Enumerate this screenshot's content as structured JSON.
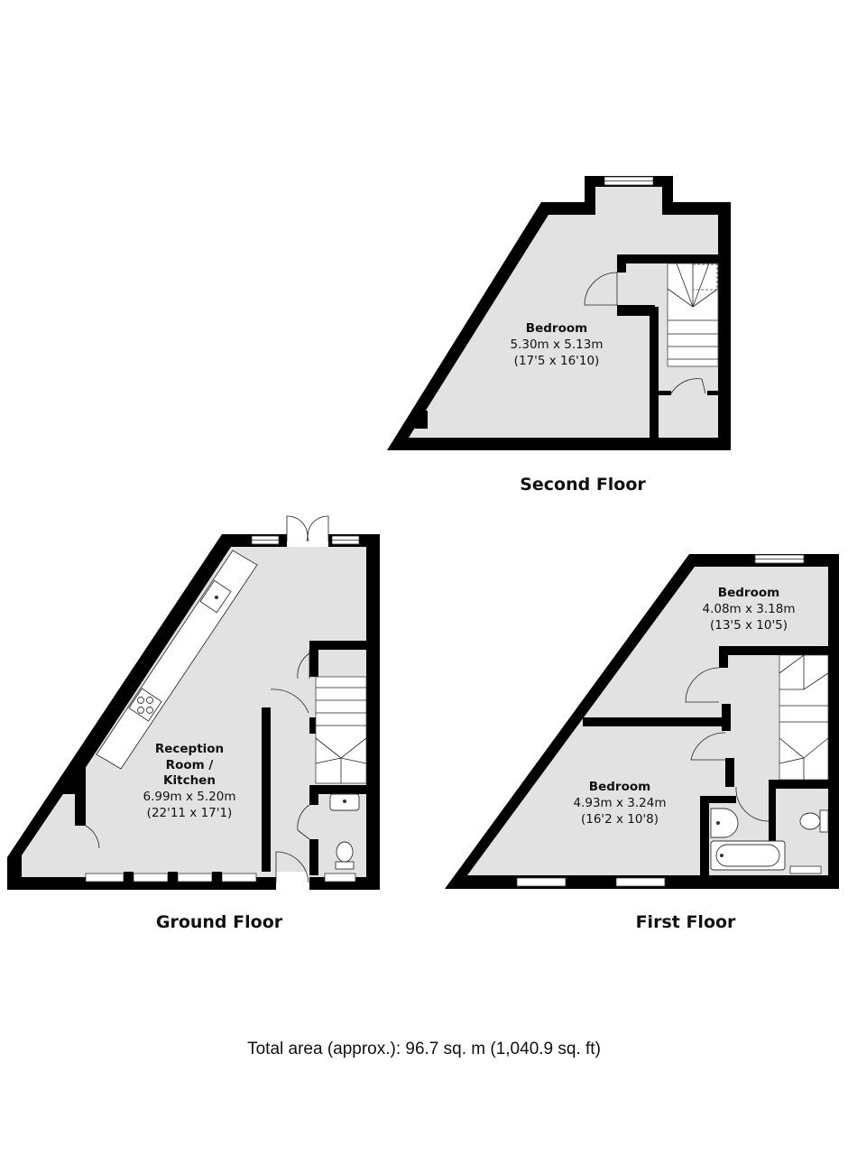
{
  "floors": {
    "second": {
      "label": "Second Floor",
      "rooms": [
        {
          "name": "Bedroom",
          "metric": "5.30m x 5.13m",
          "imperial": "(17'5 x 16'10)"
        }
      ]
    },
    "ground": {
      "label": "Ground Floor",
      "rooms": [
        {
          "name_lines": [
            "Reception",
            "Room /",
            "Kitchen"
          ],
          "metric": "6.99m x 5.20m",
          "imperial": "(22'11 x 17'1)"
        }
      ]
    },
    "first": {
      "label": "First Floor",
      "rooms": [
        {
          "name": "Bedroom",
          "metric": "4.08m x 3.18m",
          "imperial": "(13'5 x 10'5)"
        },
        {
          "name": "Bedroom",
          "metric": "4.93m x 3.24m",
          "imperial": "(16'2 x 10'8)"
        }
      ]
    }
  },
  "total_area": "Total area (approx.): 96.7 sq. m (1,040.9 sq. ft)"
}
